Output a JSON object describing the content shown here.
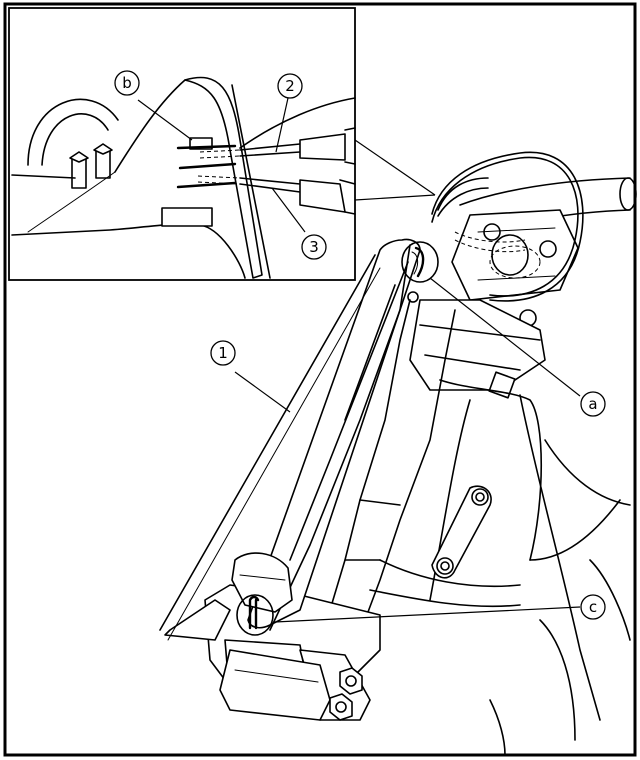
{
  "callouts": {
    "part_1": "1",
    "part_2": "2",
    "part_3": "3",
    "point_a": "a",
    "point_b": "b",
    "point_c": "c"
  }
}
